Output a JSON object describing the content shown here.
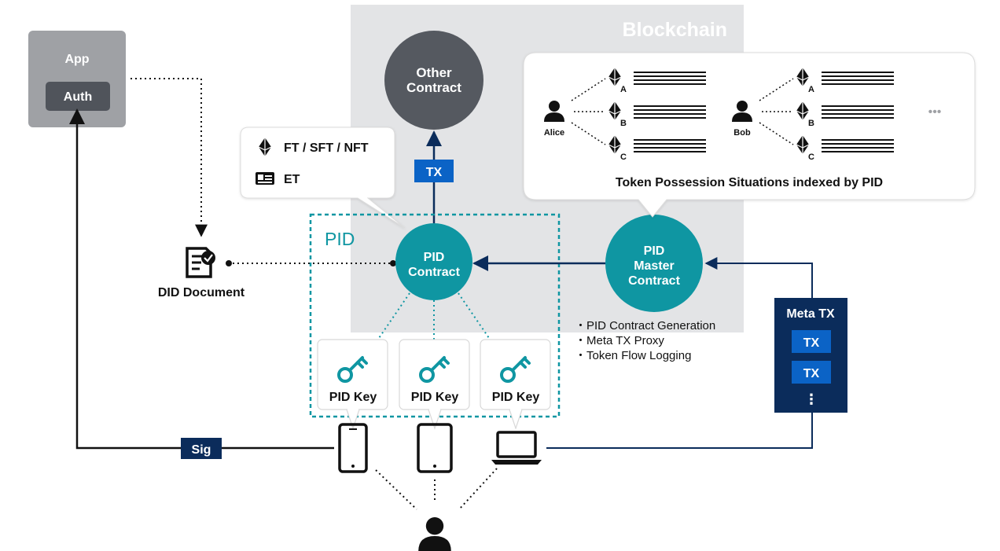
{
  "blockchain_label": "Blockchain",
  "app": {
    "label": "App",
    "auth_label": "Auth"
  },
  "did_document_label": "DID Document",
  "other_contract": {
    "line1": "Other",
    "line2": "Contract"
  },
  "tx_label": "TX",
  "token_types_bubble": {
    "ft_label": "FT / SFT / NFT",
    "et_label": "ET"
  },
  "pid_group_label": "PID",
  "pid_contract": {
    "line1": "PID",
    "line2": "Contract"
  },
  "pid_master_contract": {
    "line1": "PID",
    "line2": "Master",
    "line3": "Contract"
  },
  "master_features": [
    "・PID Contract Generation",
    "・Meta TX Proxy",
    "・Token Flow Logging"
  ],
  "token_possession": {
    "caption": "Token Possession Situations indexed by PID",
    "users": [
      {
        "name": "Alice",
        "tokens": [
          "A",
          "B",
          "C"
        ]
      },
      {
        "name": "Bob",
        "tokens": [
          "A",
          "B",
          "C"
        ]
      }
    ],
    "more": "•••"
  },
  "pid_keys": [
    "PID Key",
    "PID Key",
    "PID Key"
  ],
  "sig_label": "Sig",
  "meta_tx": {
    "label": "Meta TX",
    "tx_items": [
      "TX",
      "TX"
    ],
    "more": "⋮"
  },
  "colors": {
    "teal": "#0f96a2",
    "navy": "#0b2c5b",
    "blue_tx": "#0b63c6",
    "gray_panel": "#e3e4e6",
    "dark_circle": "#555960"
  }
}
